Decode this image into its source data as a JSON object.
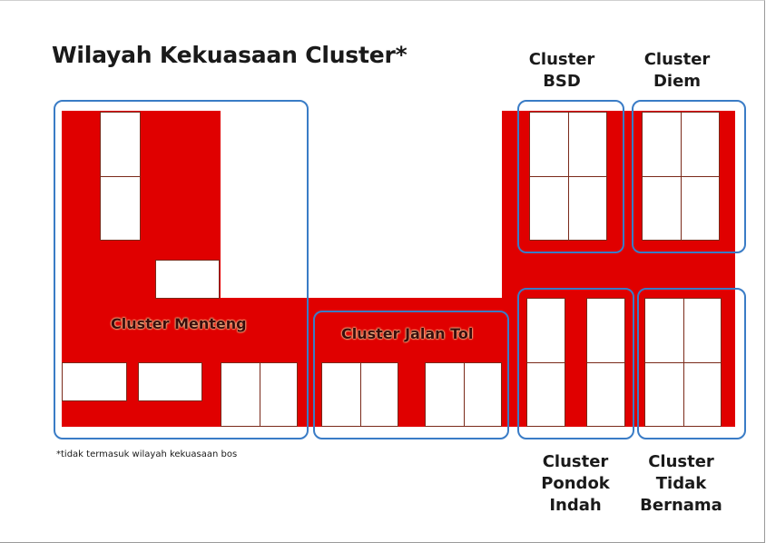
{
  "title": "Wilayah Kekuasaan Cluster*",
  "footnote": "*tidak termasuk wilayah kekuasaan bos",
  "colors": {
    "territory": "#e00000",
    "outline": "#3a7cc6",
    "block_border": "#7a2a1a"
  },
  "clusters": {
    "menteng": {
      "label": "Cluster Menteng"
    },
    "jalan_tol": {
      "label": "Cluster Jalan Tol"
    },
    "bsd": {
      "line1": "Cluster",
      "line2": "BSD"
    },
    "diem": {
      "line1": "Cluster",
      "line2": "Diem"
    },
    "pondok_indah": {
      "line1": "Cluster",
      "line2": "Pondok",
      "line3": "Indah"
    },
    "tidak_bernama": {
      "line1": "Cluster",
      "line2": "Tidak",
      "line3": "Bernama"
    }
  }
}
